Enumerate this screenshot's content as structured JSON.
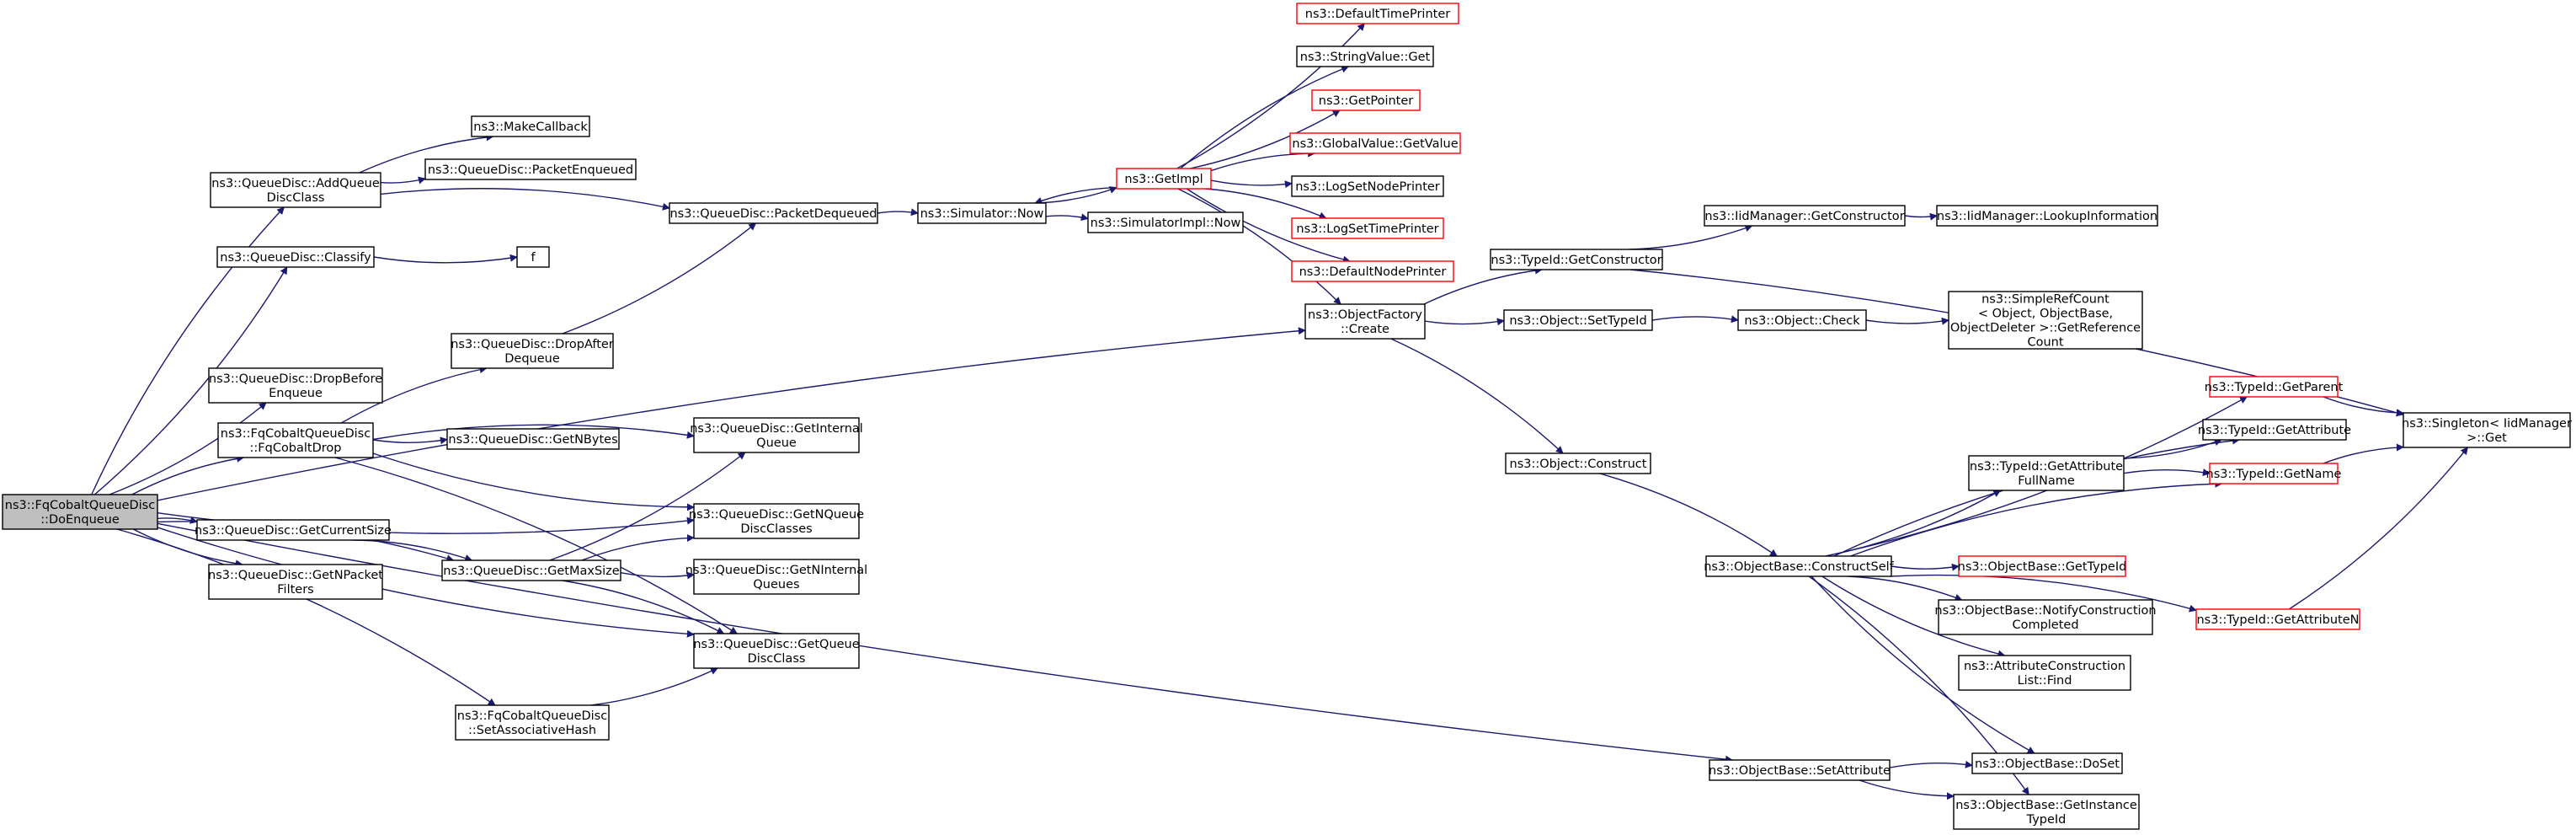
{
  "colors": {
    "edge": "#191970",
    "node_border": "#000000",
    "node_border_truncated": "#ff0000",
    "node_fill": "#ffffff",
    "root_fill": "#bfbfbf"
  },
  "nodes": [
    {
      "id": "root",
      "lines": [
        "ns3::FqCobaltQueueDisc",
        "::DoEnqueue"
      ],
      "root": true
    },
    {
      "id": "addQueueDiscClass",
      "lines": [
        "ns3::QueueDisc::AddQueue",
        "DiscClass"
      ]
    },
    {
      "id": "makeCallback",
      "lines": [
        "ns3::MakeCallback"
      ]
    },
    {
      "id": "packetEnqueued",
      "lines": [
        "ns3::QueueDisc::PacketEnqueued"
      ]
    },
    {
      "id": "packetDequeued",
      "lines": [
        "ns3::QueueDisc::PacketDequeued"
      ]
    },
    {
      "id": "classify",
      "lines": [
        "ns3::QueueDisc::Classify"
      ]
    },
    {
      "id": "f",
      "lines": [
        "f"
      ]
    },
    {
      "id": "dropAfterDequeue",
      "lines": [
        "ns3::QueueDisc::DropAfter",
        "Dequeue"
      ]
    },
    {
      "id": "dropBeforeEnqueue",
      "lines": [
        "ns3::QueueDisc::DropBefore",
        "Enqueue"
      ]
    },
    {
      "id": "fqCobaltDrop",
      "lines": [
        "ns3::FqCobaltQueueDisc",
        "::FqCobaltDrop"
      ]
    },
    {
      "id": "getNBytes",
      "lines": [
        "ns3::QueueDisc::GetNBytes"
      ]
    },
    {
      "id": "getInternalQueue",
      "lines": [
        "ns3::QueueDisc::GetInternal",
        "Queue"
      ]
    },
    {
      "id": "getNQueueDiscClasses",
      "lines": [
        "ns3::QueueDisc::GetNQueue",
        "DiscClasses"
      ]
    },
    {
      "id": "getCurrentSize",
      "lines": [
        "ns3::QueueDisc::GetCurrentSize"
      ]
    },
    {
      "id": "getNPacketFilters",
      "lines": [
        "ns3::QueueDisc::GetNPacket",
        "Filters"
      ]
    },
    {
      "id": "getMaxSize",
      "lines": [
        "ns3::QueueDisc::GetMaxSize"
      ]
    },
    {
      "id": "getNInternalQueues",
      "lines": [
        "ns3::QueueDisc::GetNInternal",
        "Queues"
      ]
    },
    {
      "id": "getQueueDiscClass",
      "lines": [
        "ns3::QueueDisc::GetQueue",
        "DiscClass"
      ]
    },
    {
      "id": "setAssociativeHash",
      "lines": [
        "ns3::FqCobaltQueueDisc",
        "::SetAssociativeHash"
      ]
    },
    {
      "id": "simulatorNow",
      "lines": [
        "ns3::Simulator::Now"
      ]
    },
    {
      "id": "simulatorImplNow",
      "lines": [
        "ns3::SimulatorImpl::Now"
      ]
    },
    {
      "id": "getImpl",
      "lines": [
        "ns3::GetImpl"
      ],
      "truncated": true
    },
    {
      "id": "defaultTimePrinter",
      "lines": [
        "ns3::DefaultTimePrinter"
      ],
      "truncated": true
    },
    {
      "id": "stringValueGet",
      "lines": [
        "ns3::StringValue::Get"
      ]
    },
    {
      "id": "getPointer",
      "lines": [
        "ns3::GetPointer"
      ],
      "truncated": true
    },
    {
      "id": "globalValueGetValue",
      "lines": [
        "ns3::GlobalValue::GetValue"
      ],
      "truncated": true
    },
    {
      "id": "logSetNodePrinter",
      "lines": [
        "ns3::LogSetNodePrinter"
      ]
    },
    {
      "id": "logSetTimePrinter",
      "lines": [
        "ns3::LogSetTimePrinter"
      ],
      "truncated": true
    },
    {
      "id": "defaultNodePrinter",
      "lines": [
        "ns3::DefaultNodePrinter"
      ],
      "truncated": true
    },
    {
      "id": "objectFactoryCreate",
      "lines": [
        "ns3::ObjectFactory",
        "::Create"
      ]
    },
    {
      "id": "typeIdGetConstructor",
      "lines": [
        "ns3::TypeId::GetConstructor"
      ]
    },
    {
      "id": "iidManagerGetConstructor",
      "lines": [
        "ns3::IidManager::GetConstructor"
      ]
    },
    {
      "id": "iidManagerLookupInformation",
      "lines": [
        "ns3::IidManager::LookupInformation"
      ]
    },
    {
      "id": "objectSetTypeId",
      "lines": [
        "ns3::Object::SetTypeId"
      ]
    },
    {
      "id": "objectCheck",
      "lines": [
        "ns3::Object::Check"
      ]
    },
    {
      "id": "simpleRefCount",
      "lines": [
        "ns3::SimpleRefCount",
        "< Object, ObjectBase,",
        "ObjectDeleter >::GetReference",
        "Count"
      ]
    },
    {
      "id": "objectConstruct",
      "lines": [
        "ns3::Object::Construct"
      ]
    },
    {
      "id": "singletonGet",
      "lines": [
        "ns3::Singleton< IidManager",
        ">::Get"
      ]
    },
    {
      "id": "typeIdGetParent",
      "lines": [
        "ns3::TypeId::GetParent"
      ],
      "truncated": true
    },
    {
      "id": "typeIdGetAttribute",
      "lines": [
        "ns3::TypeId::GetAttribute"
      ]
    },
    {
      "id": "typeIdGetAttributeFullName",
      "lines": [
        "ns3::TypeId::GetAttribute",
        "FullName"
      ]
    },
    {
      "id": "typeIdGetName",
      "lines": [
        "ns3::TypeId::GetName"
      ],
      "truncated": true
    },
    {
      "id": "objectBaseConstructSelf",
      "lines": [
        "ns3::ObjectBase::ConstructSelf"
      ]
    },
    {
      "id": "objectBaseGetTypeId",
      "lines": [
        "ns3::ObjectBase::GetTypeId"
      ],
      "truncated": true
    },
    {
      "id": "objectBaseNotifyConstructionCompleted",
      "lines": [
        "ns3::ObjectBase::NotifyConstruction",
        "Completed"
      ]
    },
    {
      "id": "attributeConstructionListFind",
      "lines": [
        "ns3::AttributeConstruction",
        "List::Find"
      ]
    },
    {
      "id": "typeIdGetAttributeN",
      "lines": [
        "ns3::TypeId::GetAttributeN"
      ],
      "truncated": true
    },
    {
      "id": "objectBaseSetAttribute",
      "lines": [
        "ns3::ObjectBase::SetAttribute"
      ]
    },
    {
      "id": "objectBaseDoSet",
      "lines": [
        "ns3::ObjectBase::DoSet"
      ]
    },
    {
      "id": "objectBaseGetInstanceTypeId",
      "lines": [
        "ns3::ObjectBase::GetInstance",
        "TypeId"
      ]
    }
  ],
  "edges": [
    [
      "root",
      "addQueueDiscClass"
    ],
    [
      "root",
      "classify"
    ],
    [
      "root",
      "objectFactoryCreate"
    ],
    [
      "root",
      "dropBeforeEnqueue"
    ],
    [
      "root",
      "fqCobaltDrop"
    ],
    [
      "root",
      "getNQueueDiscClasses"
    ],
    [
      "root",
      "getCurrentSize"
    ],
    [
      "root",
      "getNPacketFilters"
    ],
    [
      "root",
      "getMaxSize"
    ],
    [
      "root",
      "getQueueDiscClass"
    ],
    [
      "root",
      "setAssociativeHash"
    ],
    [
      "root",
      "objectBaseSetAttribute"
    ],
    [
      "addQueueDiscClass",
      "makeCallback"
    ],
    [
      "addQueueDiscClass",
      "packetEnqueued"
    ],
    [
      "addQueueDiscClass",
      "packetDequeued"
    ],
    [
      "classify",
      "f"
    ],
    [
      "fqCobaltDrop",
      "dropAfterDequeue"
    ],
    [
      "fqCobaltDrop",
      "getNBytes"
    ],
    [
      "fqCobaltDrop",
      "getInternalQueue"
    ],
    [
      "fqCobaltDrop",
      "getNQueueDiscClasses"
    ],
    [
      "fqCobaltDrop",
      "getQueueDiscClass"
    ],
    [
      "dropAfterDequeue",
      "packetDequeued"
    ],
    [
      "getCurrentSize",
      "getMaxSize"
    ],
    [
      "getMaxSize",
      "getInternalQueue"
    ],
    [
      "getMaxSize",
      "getNQueueDiscClasses"
    ],
    [
      "getMaxSize",
      "getNInternalQueues"
    ],
    [
      "getMaxSize",
      "getQueueDiscClass"
    ],
    [
      "setAssociativeHash",
      "getQueueDiscClass"
    ],
    [
      "packetDequeued",
      "simulatorNow"
    ],
    [
      "simulatorNow",
      "getImpl"
    ],
    [
      "simulatorNow",
      "simulatorImplNow"
    ],
    [
      "getImpl",
      "defaultTimePrinter"
    ],
    [
      "getImpl",
      "stringValueGet"
    ],
    [
      "getImpl",
      "getPointer"
    ],
    [
      "getImpl",
      "globalValueGetValue"
    ],
    [
      "getImpl",
      "logSetNodePrinter"
    ],
    [
      "getImpl",
      "logSetTimePrinter"
    ],
    [
      "getImpl",
      "defaultNodePrinter"
    ],
    [
      "getImpl",
      "objectFactoryCreate"
    ],
    [
      "getImpl",
      "simulatorNow"
    ],
    [
      "objectFactoryCreate",
      "typeIdGetConstructor"
    ],
    [
      "objectFactoryCreate",
      "objectSetTypeId"
    ],
    [
      "objectFactoryCreate",
      "objectConstruct"
    ],
    [
      "typeIdGetConstructor",
      "iidManagerGetConstructor"
    ],
    [
      "typeIdGetConstructor",
      "singletonGet"
    ],
    [
      "iidManagerGetConstructor",
      "iidManagerLookupInformation"
    ],
    [
      "objectSetTypeId",
      "objectCheck"
    ],
    [
      "objectCheck",
      "simpleRefCount"
    ],
    [
      "objectConstruct",
      "objectBaseConstructSelf"
    ],
    [
      "objectBaseConstructSelf",
      "typeIdGetParent"
    ],
    [
      "objectBaseConstructSelf",
      "typeIdGetAttribute"
    ],
    [
      "objectBaseConstructSelf",
      "typeIdGetAttributeFullName"
    ],
    [
      "objectBaseConstructSelf",
      "typeIdGetName"
    ],
    [
      "objectBaseConstructSelf",
      "objectBaseGetTypeId"
    ],
    [
      "objectBaseConstructSelf",
      "objectBaseNotifyConstructionCompleted"
    ],
    [
      "objectBaseConstructSelf",
      "attributeConstructionListFind"
    ],
    [
      "objectBaseConstructSelf",
      "typeIdGetAttributeN"
    ],
    [
      "objectBaseConstructSelf",
      "objectBaseDoSet"
    ],
    [
      "objectBaseConstructSelf",
      "objectBaseGetInstanceTypeId"
    ],
    [
      "typeIdGetAttributeFullName",
      "typeIdGetAttribute"
    ],
    [
      "typeIdGetAttributeFullName",
      "typeIdGetName"
    ],
    [
      "typeIdGetParent",
      "singletonGet"
    ],
    [
      "typeIdGetName",
      "singletonGet"
    ],
    [
      "typeIdGetAttributeN",
      "singletonGet"
    ],
    [
      "objectBaseSetAttribute",
      "objectBaseDoSet"
    ],
    [
      "objectBaseSetAttribute",
      "objectBaseGetInstanceTypeId"
    ]
  ]
}
